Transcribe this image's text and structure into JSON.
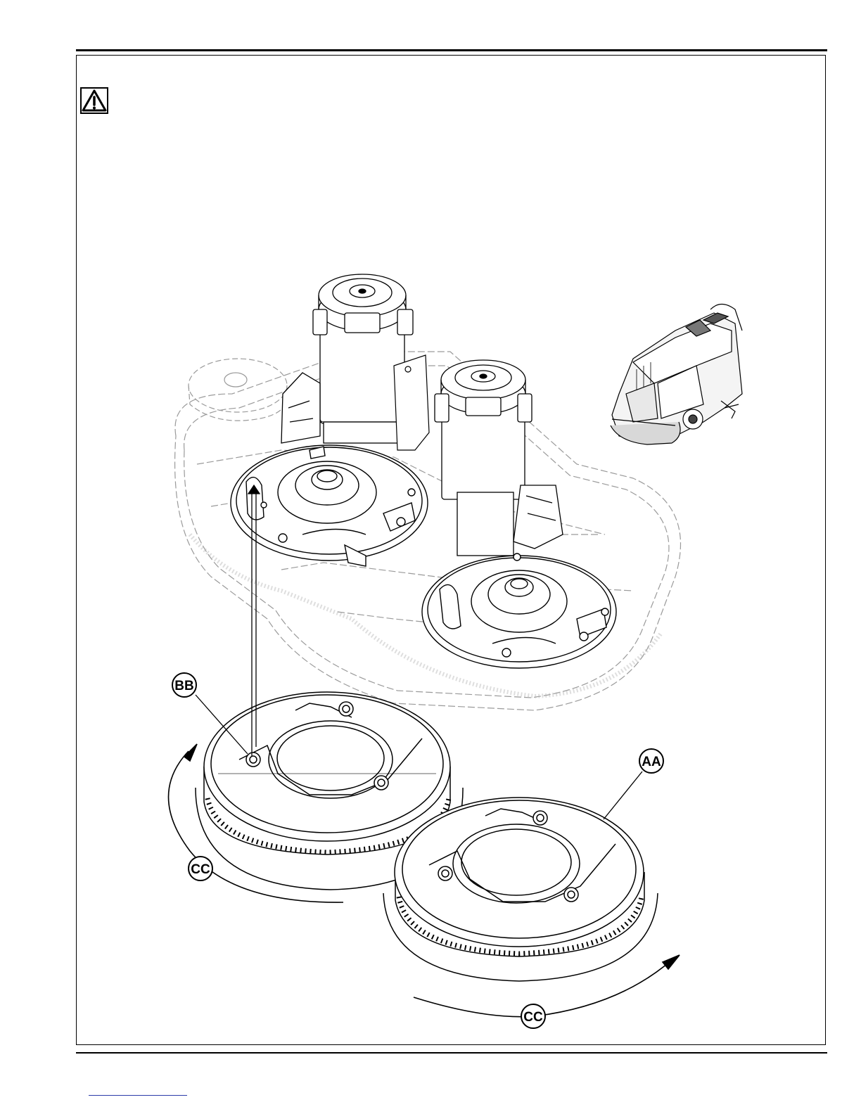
{
  "figure": {
    "callouts": {
      "aa": "AA",
      "bb": "BB",
      "cc_left": "CC",
      "cc_right": "CC"
    },
    "icons": {
      "warning": "warning-triangle-icon",
      "machine": "floor-scrubber-machine-icon"
    }
  }
}
